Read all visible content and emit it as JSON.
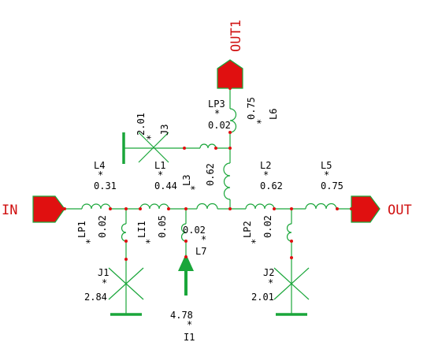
{
  "ports": {
    "in": "IN",
    "out": "OUT",
    "out1": "OUT1"
  },
  "components": {
    "L4": {
      "name": "L4",
      "star": "*",
      "value": "0.31"
    },
    "L1": {
      "name": "L1",
      "star": "*",
      "value": "0.44"
    },
    "L2": {
      "name": "L2",
      "star": "*",
      "value": "0.62"
    },
    "L5": {
      "name": "L5",
      "star": "*",
      "value": "0.75"
    },
    "L3": {
      "name": "L3",
      "star": "*",
      "value": "0.62"
    },
    "L6": {
      "name": "L6",
      "star": "*",
      "value": "0.75"
    },
    "L7": {
      "name": "L7",
      "star": "*",
      "value": "0.02"
    },
    "LP1": {
      "name": "LP1",
      "star": "*",
      "value": "0.02"
    },
    "LI1": {
      "name": "LI1",
      "star": "*",
      "value": "0.05"
    },
    "LP2": {
      "name": "LP2",
      "star": "*",
      "value": "0.02"
    },
    "LP3": {
      "name": "LP3",
      "star": "*",
      "value": "0.02"
    },
    "J1": {
      "name": "J1",
      "star": "*",
      "value": "2.84"
    },
    "J2": {
      "name": "J2",
      "star": "*",
      "value": "2.01"
    },
    "J3": {
      "name": "J3",
      "star": "*",
      "value": "2.01"
    },
    "I1": {
      "name": "I1",
      "star": "*",
      "value": "4.78"
    }
  },
  "colors": {
    "wire": "#1aa63a",
    "node": "#e01010",
    "port": "#e01010",
    "port_label": "#d01010",
    "text": "#000000",
    "background": "#ffffff"
  }
}
